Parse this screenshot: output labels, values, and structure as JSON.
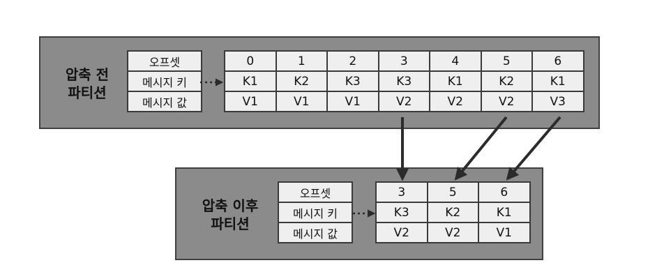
{
  "before": {
    "title_line1": "압축 전",
    "title_line2": "파티션",
    "labels": [
      "오프셋",
      "메시지 키",
      "메시지 값"
    ],
    "offsets": [
      "0",
      "1",
      "2",
      "3",
      "4",
      "5",
      "6"
    ],
    "keys": [
      "K1",
      "K2",
      "K3",
      "K3",
      "K1",
      "K2",
      "K1"
    ],
    "values": [
      "V1",
      "V1",
      "V1",
      "V2",
      "V2",
      "V2",
      "V3"
    ]
  },
  "after": {
    "title_line1": "압축 이후",
    "title_line2": "파티션",
    "labels": [
      "오프셋",
      "메시지 키",
      "메시지 값"
    ],
    "offsets": [
      "3",
      "5",
      "6"
    ],
    "keys": [
      "K3",
      "K2",
      "K1"
    ],
    "values": [
      "V2",
      "V2",
      "V1"
    ]
  },
  "colors": {
    "panel_fill": "#8b8b8b",
    "cell_fill": "#efefef",
    "border": "#3a3a3a",
    "arrow": "#2b2b2b"
  }
}
